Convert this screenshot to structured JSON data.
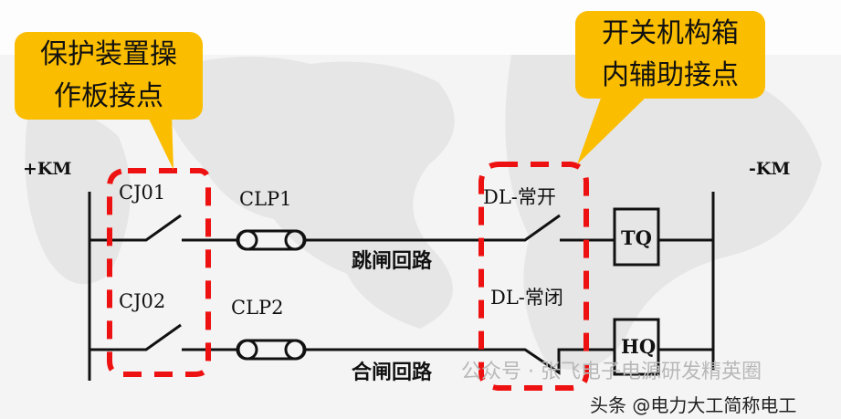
{
  "callouts": {
    "left": {
      "line1": "保护装置操",
      "line2": "作板接点"
    },
    "right": {
      "line1": "开关机构箱",
      "line2": "内辅助接点"
    }
  },
  "bus": {
    "positive": "+KM",
    "negative": "-KM"
  },
  "components": {
    "cj01": "CJ01",
    "cj02": "CJ02",
    "clp1": "CLP1",
    "clp2": "CLP2",
    "dl_no": "DL-常开",
    "dl_nc": "DL-常闭",
    "tq": "TQ",
    "hq": "HQ"
  },
  "circuits": {
    "trip": "跳闸回路",
    "close": "合闸回路"
  },
  "watermarks": {
    "wechat": "公众号 · 张飞电子电源研发精英圈",
    "toutiao": "头条 @电力大工简称电工"
  },
  "colors": {
    "callout": "#fbbd00",
    "dashed_box": "#ee1111",
    "line": "#111111"
  }
}
